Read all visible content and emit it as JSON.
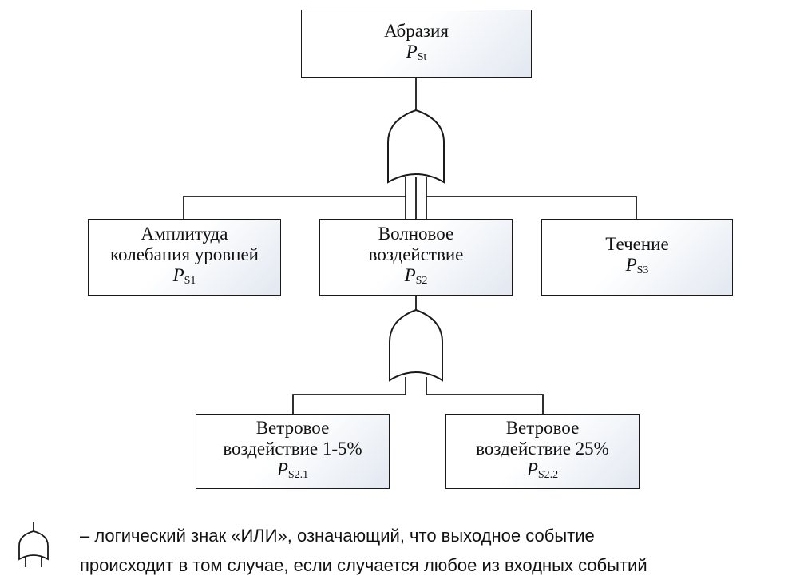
{
  "nodes": {
    "root": {
      "lines": [
        "Абразия"
      ],
      "p": "P",
      "sub": "St"
    },
    "s1": {
      "lines": [
        "Амплитуда",
        "колебания уровней"
      ],
      "p": "P",
      "sub": "S1"
    },
    "s2": {
      "lines": [
        "Волновое",
        "воздействие"
      ],
      "p": "P",
      "sub": "S2"
    },
    "s3": {
      "lines": [
        "Течение"
      ],
      "p": "P",
      "sub": "S3"
    },
    "s21": {
      "lines": [
        "Ветровое",
        "воздействие 1-5%"
      ],
      "p": "P",
      "sub": "S2.1"
    },
    "s22": {
      "lines": [
        "Ветровое",
        "воздействие 25%"
      ],
      "p": "P",
      "sub": "S2.2"
    }
  },
  "legend": {
    "gate_icon": "or-gate-icon",
    "line1": "– логический знак «ИЛИ», означающий, что выходное событие",
    "line2": "происходит в том случае, если случается любое из входных событий"
  },
  "colors": {
    "stroke": "#1a1a1a",
    "box_gradient_end": "#e2e8f1"
  }
}
